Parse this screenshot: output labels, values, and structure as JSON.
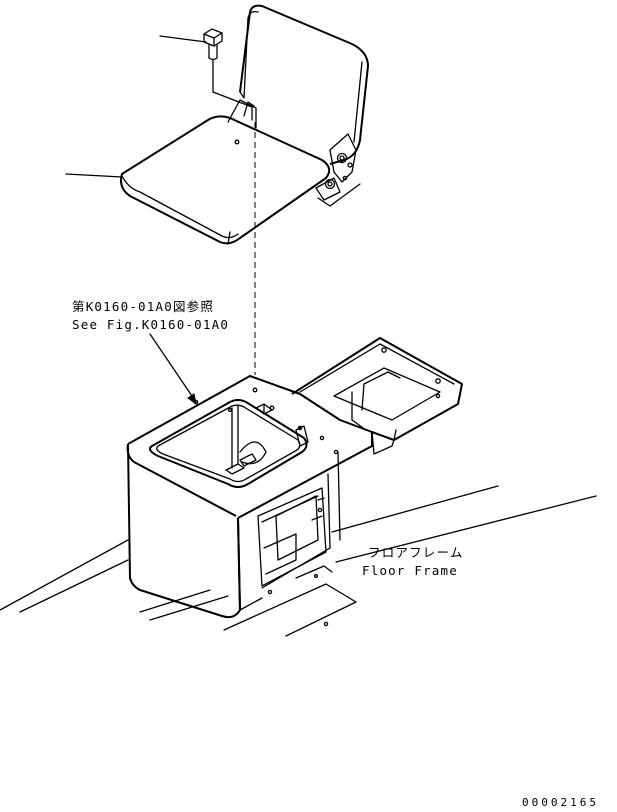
{
  "labels": {
    "reference_jp": "第K0160-01A0図参照",
    "reference_en": "See Fig.K0160-01A0",
    "floor_frame_jp": "フロアフレーム",
    "floor_frame_en": "Floor Frame",
    "doc_number": "00002165"
  }
}
